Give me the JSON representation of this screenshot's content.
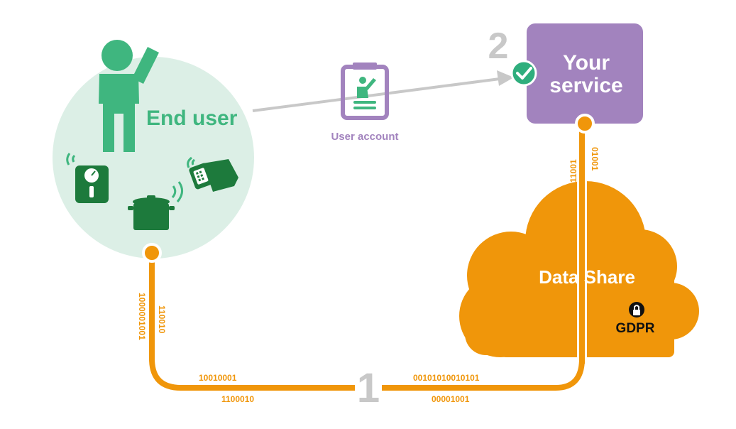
{
  "end_user": {
    "label": "End user"
  },
  "user_account": {
    "label": "User account"
  },
  "your_service": {
    "line1": "Your",
    "line2": "service"
  },
  "data_share": {
    "label": "Data Share",
    "badge": "GDPR"
  },
  "steps": {
    "one": "1",
    "two": "2"
  },
  "bit_labels": {
    "left_outer": "1000001001",
    "left_inner": "110010",
    "bottom_left_top": "10010001",
    "bottom_left_bottom": "1100010",
    "bottom_right_top": "00101010010101",
    "bottom_right_bottom": "00001001",
    "right_outer": "11001",
    "right_inner": "01001"
  },
  "colors": {
    "green": "#3fb67f",
    "dark_green": "#1d7a3c",
    "mint": "#dcefe6",
    "purple": "#a283be",
    "orange": "#f0960a",
    "grey": "#c8c8c8",
    "teal_check": "#2fae7d"
  }
}
